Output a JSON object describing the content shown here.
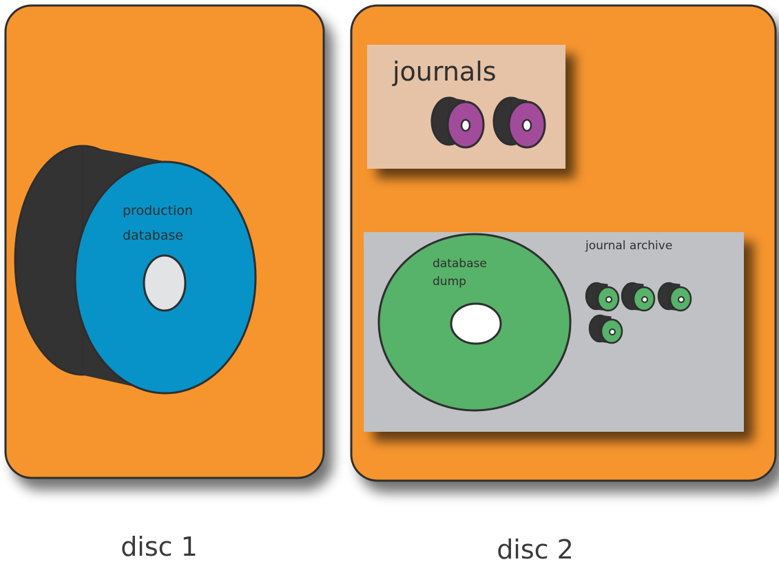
{
  "colors": {
    "disc_bg": "#f6952f",
    "outline": "#2e2e2e",
    "cylinder_side": "#333333",
    "production_face": "#0793c8",
    "production_hole": "#e2e3e5",
    "journals_panel": "#e6c3a7",
    "journal_face": "#a24b9b",
    "archive_panel": "#bfc1c4",
    "dump_face": "#57b26a",
    "hole_white": "#ffffff"
  },
  "disc1": {
    "caption": "disc 1",
    "production_line1": "production",
    "production_line2": "database"
  },
  "disc2": {
    "caption": "disc 2",
    "journals_title": "journals",
    "archive_title": "journal archive",
    "dump_line1": "database",
    "dump_line2": "dump"
  }
}
